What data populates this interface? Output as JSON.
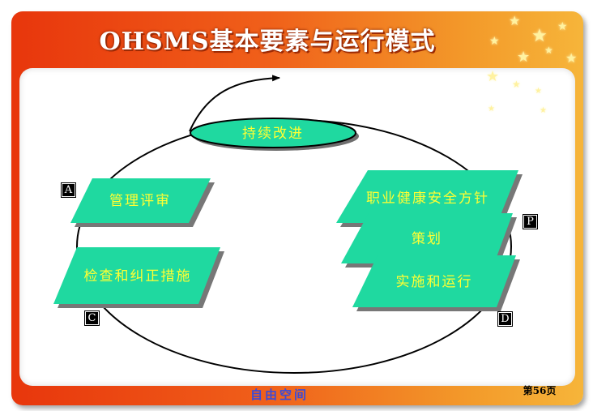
{
  "title": "OHSMS基本要素与运行模式",
  "center_ellipse": "持续改进",
  "steps": {
    "review": "管理评审",
    "check": "检查和纠正措施",
    "policy": "职业健康安全方针",
    "planning": "策划",
    "implement": "实施和运行"
  },
  "corner_labels": {
    "a": "A",
    "p": "P",
    "c": "C",
    "d": "D"
  },
  "footer_logo": "自由空间",
  "page_number": "第56页",
  "colors": {
    "shape_fill": "#1fd9a0",
    "label_text": "#ffff33",
    "frame": "#e8360c"
  }
}
